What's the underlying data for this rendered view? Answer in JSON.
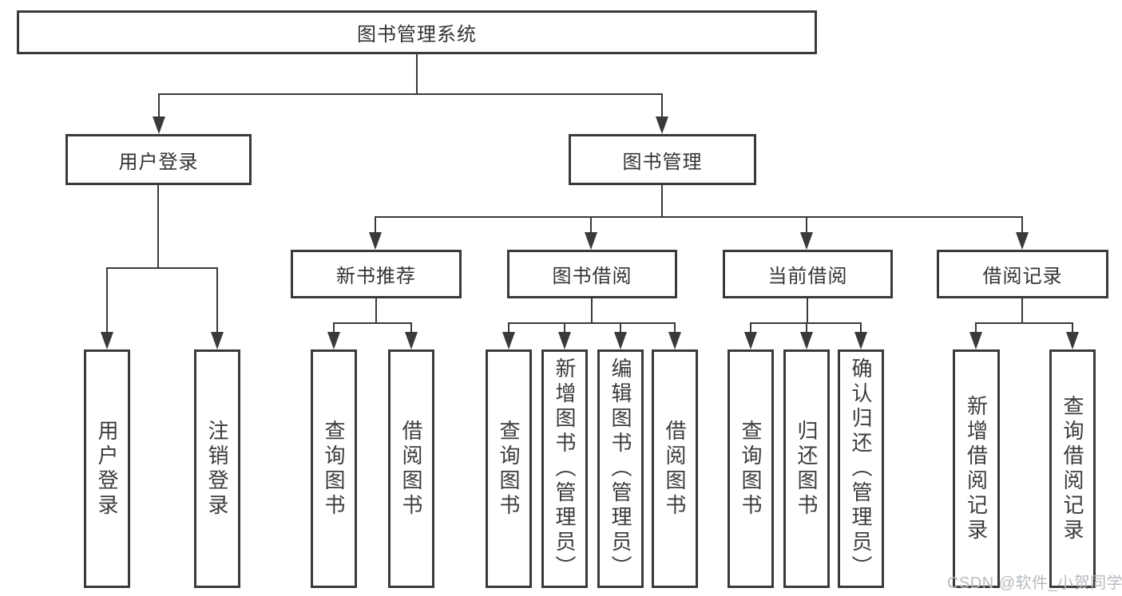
{
  "tree": {
    "root": {
      "label": "图书管理系统"
    },
    "branches": [
      {
        "label": "用户登录",
        "children": [
          {
            "label": "用户登录"
          },
          {
            "label": "注销登录"
          }
        ]
      },
      {
        "label": "图书管理",
        "children": [
          {
            "label": "新书推荐",
            "children": [
              {
                "label": "查询图书"
              },
              {
                "label": "借阅图书"
              }
            ]
          },
          {
            "label": "图书借阅",
            "children": [
              {
                "label": "查询图书"
              },
              {
                "label": "新增图书（管理员）"
              },
              {
                "label": "编辑图书（管理员）"
              },
              {
                "label": "借阅图书"
              }
            ]
          },
          {
            "label": "当前借阅",
            "children": [
              {
                "label": "查询图书"
              },
              {
                "label": "归还图书"
              },
              {
                "label": "确认归还（管理员）"
              }
            ]
          },
          {
            "label": "借阅记录",
            "children": [
              {
                "label": "新增借阅记录"
              },
              {
                "label": "查询借阅记录"
              }
            ]
          }
        ]
      }
    ]
  },
  "watermark": {
    "text": "CSDN @软件_小贺同学"
  },
  "colors": {
    "line": "#3a3a3a",
    "text": "#333333",
    "watermark": "#b7bbbf",
    "background": "#ffffff"
  }
}
